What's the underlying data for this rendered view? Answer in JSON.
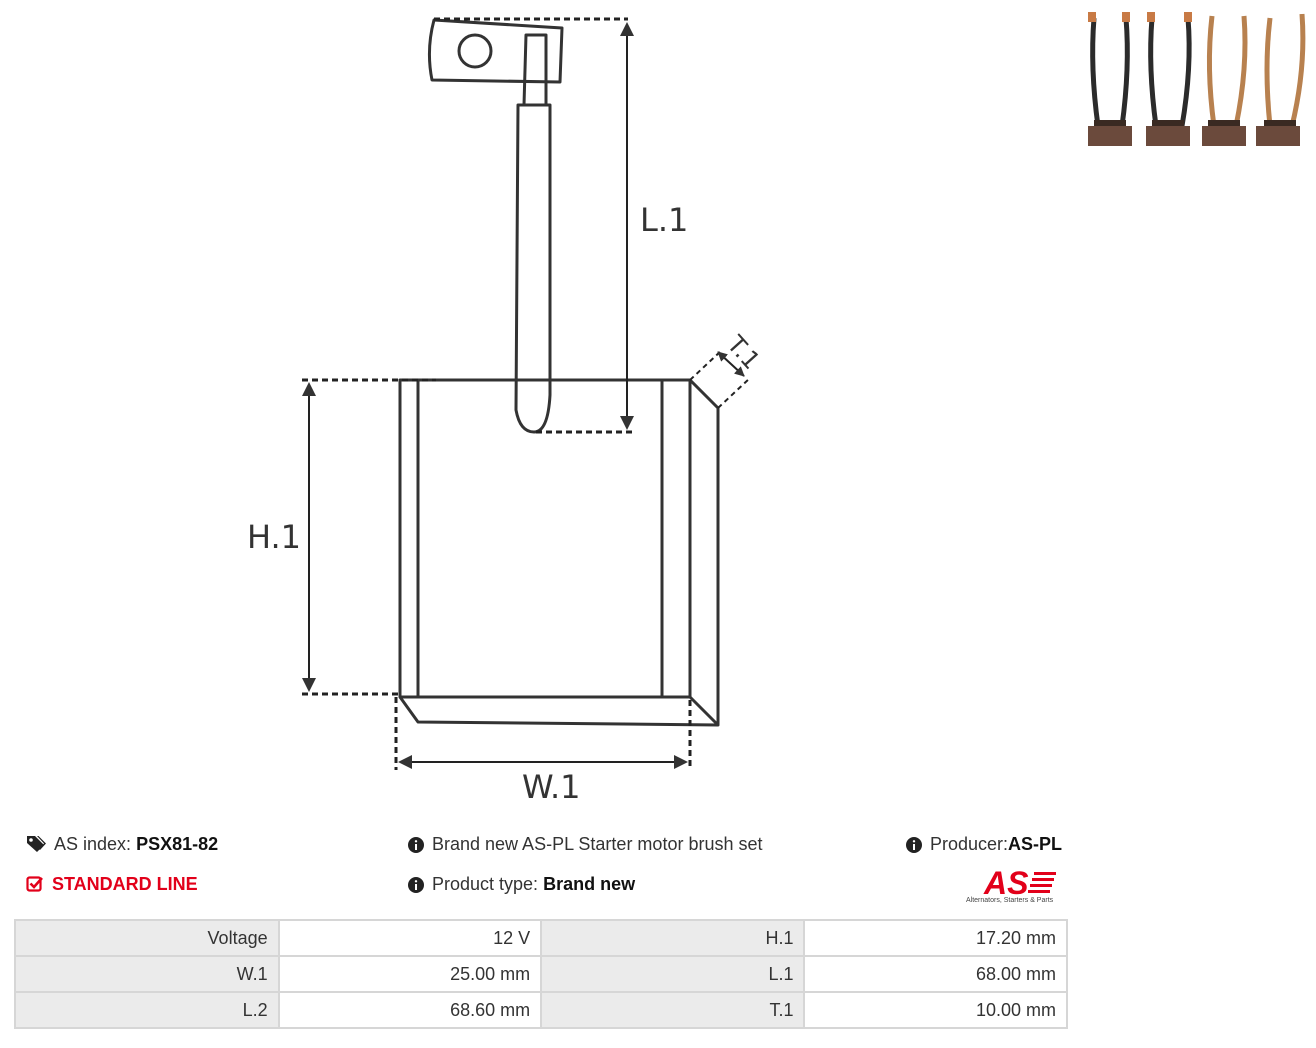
{
  "drawing": {
    "labels": {
      "l1": "L.1",
      "h1": "H.1",
      "w1": "W.1",
      "t1": "T.1"
    }
  },
  "thumbnail": {
    "name": "brush-set-photo",
    "brush_count": 4
  },
  "info": {
    "as_index_label": "AS index:",
    "as_index_value": "PSX81-82",
    "line_label": "STANDARD LINE",
    "description": "Brand new AS-PL Starter motor brush set",
    "product_type_label": "Product type:",
    "product_type_value": "Brand new",
    "producer_label": "Producer:",
    "producer_value": "AS-PL"
  },
  "logo": {
    "text": "AS",
    "tagline": "Alternators, Starters & Parts"
  },
  "specs": {
    "rows": [
      {
        "k1": "Voltage",
        "v1": "12 V",
        "k2": "H.1",
        "v2": "17.20 mm"
      },
      {
        "k1": "W.1",
        "v1": "25.00 mm",
        "k2": "L.1",
        "v2": "68.00 mm"
      },
      {
        "k1": "L.2",
        "v1": "68.60 mm",
        "k2": "T.1",
        "v2": "10.00 mm"
      }
    ]
  },
  "colors": {
    "accent": "#e2001a",
    "table_key_bg": "#ebebeb",
    "table_border": "#d6d6d6"
  },
  "icons": [
    "tags-icon",
    "info-icon",
    "check-square-icon"
  ]
}
